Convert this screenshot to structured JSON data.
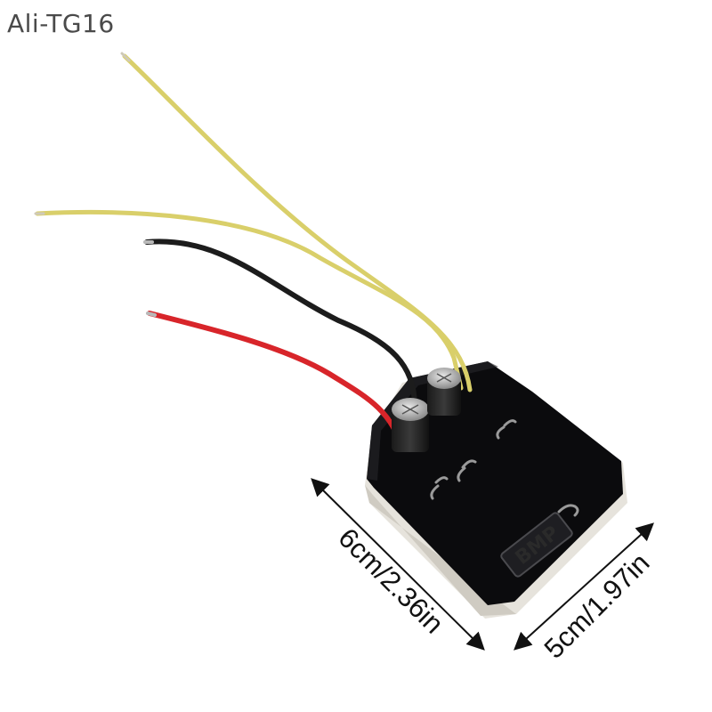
{
  "watermark": "Ali-TG16",
  "dimensions": {
    "width_label": "6cm/2.36in",
    "depth_label": "5cm/1.97in"
  },
  "board": {
    "logo_text": "BMP",
    "wire_colors": {
      "yellow": "#d9cf6a",
      "black": "#1c1c1c",
      "red": "#d8252a"
    },
    "board_color": "#0b0b0d",
    "base_color": "#e6e3dc"
  }
}
